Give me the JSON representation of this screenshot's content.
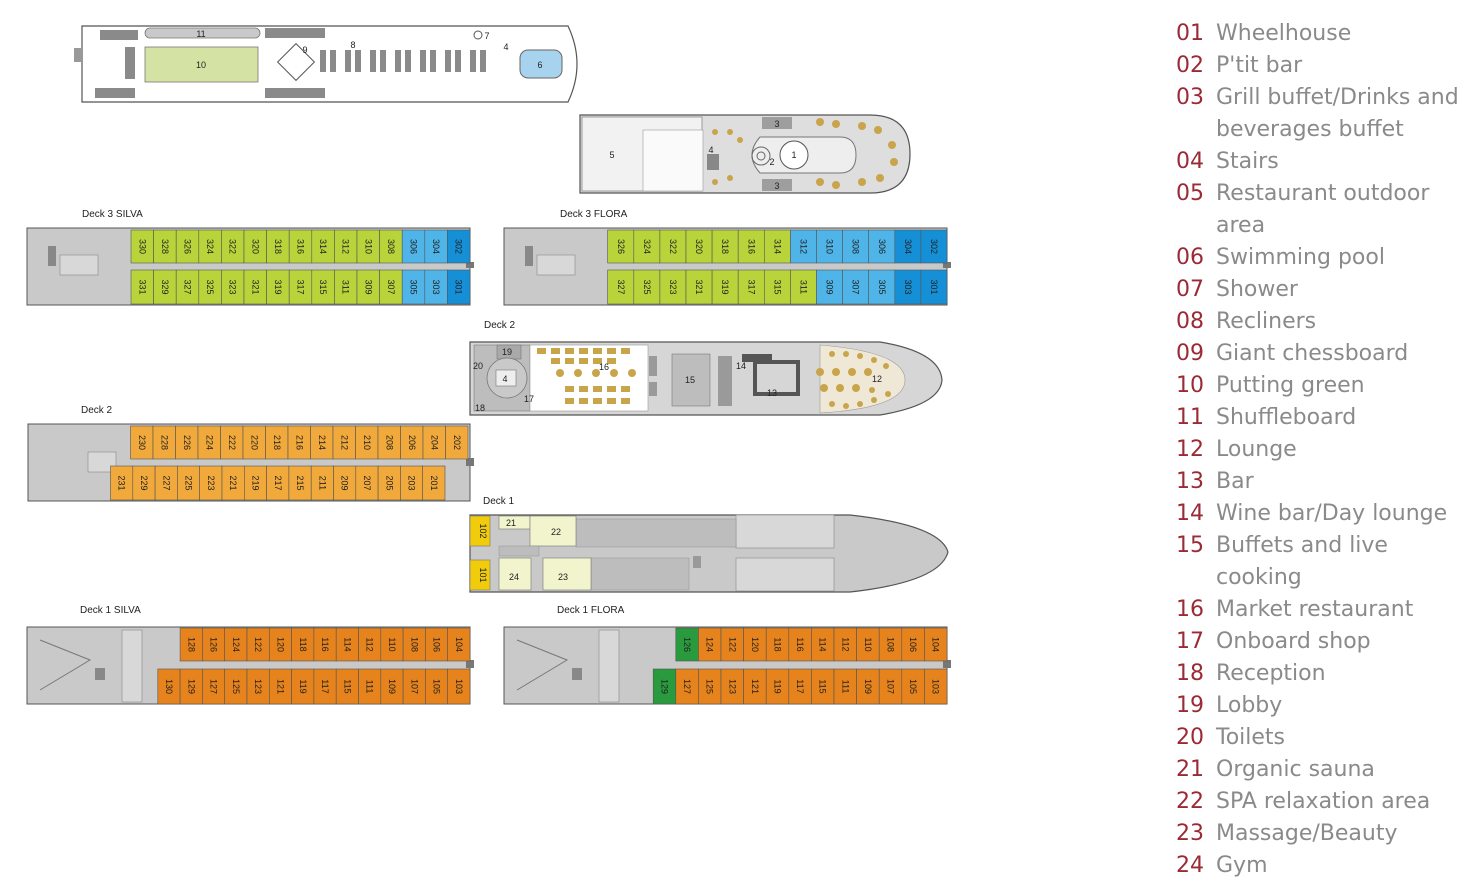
{
  "colors": {
    "hull": "#c9c9c9",
    "hull_dark": "#a9a9a9",
    "green_cabin": "#b9d43b",
    "blue_cabin": "#4fb4e8",
    "blue_cabin_dark": "#1590d6",
    "orange_deck2": "#f0a93a",
    "orange_deck1": "#e6831c",
    "dark_green_cabin": "#2a9a3e",
    "yellow_cabin": "#f1cc0c",
    "spa_area": "#f1f4cc",
    "putting_green": "#d4e3a3",
    "pool": "#a8d3ee",
    "legend_number": "#9b2a35",
    "legend_text": "#8a8a8a"
  },
  "deck_labels": {
    "deck3_silva": "Deck 3 SILVA",
    "deck3_flora": "Deck 3 FLORA",
    "deck2_public": "Deck 2",
    "deck2_cabins": "Deck 2",
    "deck1_public": "Deck 1",
    "deck1_silva": "Deck 1 SILVA",
    "deck1_flora": "Deck 1 FLORA"
  },
  "sun_deck_markers": [
    "11",
    "10",
    "9",
    "8",
    "7",
    "4",
    "6"
  ],
  "bow_deck_markers": [
    "5",
    "4",
    "3",
    "3",
    "2",
    "1"
  ],
  "deck2_public_markers": [
    "19",
    "20",
    "4",
    "16",
    "15",
    "14",
    "13",
    "12",
    "18",
    "17"
  ],
  "deck1_public_markers": [
    "102",
    "101",
    "21",
    "22",
    "24",
    "23"
  ],
  "cabins": {
    "deck3_silva": {
      "top": [
        {
          "n": "330",
          "c": "green"
        },
        {
          "n": "328",
          "c": "green"
        },
        {
          "n": "326",
          "c": "green"
        },
        {
          "n": "324",
          "c": "green"
        },
        {
          "n": "322",
          "c": "green"
        },
        {
          "n": "320",
          "c": "green"
        },
        {
          "n": "318",
          "c": "green"
        },
        {
          "n": "316",
          "c": "green"
        },
        {
          "n": "314",
          "c": "green"
        },
        {
          "n": "312",
          "c": "green"
        },
        {
          "n": "310",
          "c": "green"
        },
        {
          "n": "308",
          "c": "green"
        },
        {
          "n": "306",
          "c": "blue"
        },
        {
          "n": "304",
          "c": "blue"
        },
        {
          "n": "302",
          "c": "blue2"
        }
      ],
      "bottom": [
        {
          "n": "331",
          "c": "green"
        },
        {
          "n": "329",
          "c": "green"
        },
        {
          "n": "327",
          "c": "green"
        },
        {
          "n": "325",
          "c": "green"
        },
        {
          "n": "323",
          "c": "green"
        },
        {
          "n": "321",
          "c": "green"
        },
        {
          "n": "319",
          "c": "green"
        },
        {
          "n": "317",
          "c": "green"
        },
        {
          "n": "315",
          "c": "green"
        },
        {
          "n": "311",
          "c": "green"
        },
        {
          "n": "309",
          "c": "green"
        },
        {
          "n": "307",
          "c": "green"
        },
        {
          "n": "305",
          "c": "blue"
        },
        {
          "n": "303",
          "c": "blue"
        },
        {
          "n": "301",
          "c": "blue2"
        }
      ]
    },
    "deck3_flora": {
      "top": [
        {
          "n": "326",
          "c": "green"
        },
        {
          "n": "324",
          "c": "green"
        },
        {
          "n": "322",
          "c": "green"
        },
        {
          "n": "320",
          "c": "green"
        },
        {
          "n": "318",
          "c": "green"
        },
        {
          "n": "316",
          "c": "green"
        },
        {
          "n": "314",
          "c": "green"
        },
        {
          "n": "312",
          "c": "blue"
        },
        {
          "n": "310",
          "c": "blue"
        },
        {
          "n": "308",
          "c": "blue"
        },
        {
          "n": "306",
          "c": "blue"
        },
        {
          "n": "304",
          "c": "blue2"
        },
        {
          "n": "302",
          "c": "blue2"
        }
      ],
      "bottom": [
        {
          "n": "327",
          "c": "green"
        },
        {
          "n": "325",
          "c": "green"
        },
        {
          "n": "323",
          "c": "green"
        },
        {
          "n": "321",
          "c": "green"
        },
        {
          "n": "319",
          "c": "green"
        },
        {
          "n": "317",
          "c": "green"
        },
        {
          "n": "315",
          "c": "green"
        },
        {
          "n": "311",
          "c": "green"
        },
        {
          "n": "309",
          "c": "blue"
        },
        {
          "n": "307",
          "c": "blue"
        },
        {
          "n": "305",
          "c": "blue"
        },
        {
          "n": "303",
          "c": "blue2"
        },
        {
          "n": "301",
          "c": "blue2"
        }
      ]
    },
    "deck2": {
      "top": [
        {
          "n": "230",
          "c": "orange"
        },
        {
          "n": "228",
          "c": "orange"
        },
        {
          "n": "226",
          "c": "orange"
        },
        {
          "n": "224",
          "c": "orange"
        },
        {
          "n": "222",
          "c": "orange"
        },
        {
          "n": "220",
          "c": "orange"
        },
        {
          "n": "218",
          "c": "orange"
        },
        {
          "n": "216",
          "c": "orange"
        },
        {
          "n": "214",
          "c": "orange"
        },
        {
          "n": "212",
          "c": "orange"
        },
        {
          "n": "210",
          "c": "orange"
        },
        {
          "n": "208",
          "c": "orange"
        },
        {
          "n": "206",
          "c": "orange"
        },
        {
          "n": "204",
          "c": "orange"
        },
        {
          "n": "202",
          "c": "orange"
        }
      ],
      "bottom": [
        {
          "n": "231",
          "c": "orange"
        },
        {
          "n": "229",
          "c": "orange"
        },
        {
          "n": "227",
          "c": "orange"
        },
        {
          "n": "225",
          "c": "orange"
        },
        {
          "n": "223",
          "c": "orange"
        },
        {
          "n": "221",
          "c": "orange"
        },
        {
          "n": "219",
          "c": "orange"
        },
        {
          "n": "217",
          "c": "orange"
        },
        {
          "n": "215",
          "c": "orange"
        },
        {
          "n": "211",
          "c": "orange"
        },
        {
          "n": "209",
          "c": "orange"
        },
        {
          "n": "207",
          "c": "orange"
        },
        {
          "n": "205",
          "c": "orange"
        },
        {
          "n": "203",
          "c": "orange"
        },
        {
          "n": "201",
          "c": "orange"
        }
      ]
    },
    "deck1_silva": {
      "top": [
        {
          "n": "128",
          "c": "orange2"
        },
        {
          "n": "126",
          "c": "orange2"
        },
        {
          "n": "124",
          "c": "orange2"
        },
        {
          "n": "122",
          "c": "orange2"
        },
        {
          "n": "120",
          "c": "orange2"
        },
        {
          "n": "118",
          "c": "orange2"
        },
        {
          "n": "116",
          "c": "orange2"
        },
        {
          "n": "114",
          "c": "orange2"
        },
        {
          "n": "112",
          "c": "orange2"
        },
        {
          "n": "110",
          "c": "orange2"
        },
        {
          "n": "108",
          "c": "orange2"
        },
        {
          "n": "106",
          "c": "orange2"
        },
        {
          "n": "104",
          "c": "orange2"
        }
      ],
      "bottom": [
        {
          "n": "130",
          "c": "orange2"
        },
        {
          "n": "129",
          "c": "orange2"
        },
        {
          "n": "127",
          "c": "orange2"
        },
        {
          "n": "125",
          "c": "orange2"
        },
        {
          "n": "123",
          "c": "orange2"
        },
        {
          "n": "121",
          "c": "orange2"
        },
        {
          "n": "119",
          "c": "orange2"
        },
        {
          "n": "117",
          "c": "orange2"
        },
        {
          "n": "115",
          "c": "orange2"
        },
        {
          "n": "111",
          "c": "orange2"
        },
        {
          "n": "109",
          "c": "orange2"
        },
        {
          "n": "107",
          "c": "orange2"
        },
        {
          "n": "105",
          "c": "orange2"
        },
        {
          "n": "103",
          "c": "orange2"
        }
      ]
    },
    "deck1_flora": {
      "top": [
        {
          "n": "126",
          "c": "dgreen"
        },
        {
          "n": "124",
          "c": "orange2"
        },
        {
          "n": "122",
          "c": "orange2"
        },
        {
          "n": "120",
          "c": "orange2"
        },
        {
          "n": "118",
          "c": "orange2"
        },
        {
          "n": "116",
          "c": "orange2"
        },
        {
          "n": "114",
          "c": "orange2"
        },
        {
          "n": "112",
          "c": "orange2"
        },
        {
          "n": "110",
          "c": "orange2"
        },
        {
          "n": "108",
          "c": "orange2"
        },
        {
          "n": "106",
          "c": "orange2"
        },
        {
          "n": "104",
          "c": "orange2"
        }
      ],
      "bottom": [
        {
          "n": "129",
          "c": "dgreen"
        },
        {
          "n": "127",
          "c": "orange2"
        },
        {
          "n": "125",
          "c": "orange2"
        },
        {
          "n": "123",
          "c": "orange2"
        },
        {
          "n": "121",
          "c": "orange2"
        },
        {
          "n": "119",
          "c": "orange2"
        },
        {
          "n": "117",
          "c": "orange2"
        },
        {
          "n": "115",
          "c": "orange2"
        },
        {
          "n": "111",
          "c": "orange2"
        },
        {
          "n": "109",
          "c": "orange2"
        },
        {
          "n": "107",
          "c": "orange2"
        },
        {
          "n": "105",
          "c": "orange2"
        },
        {
          "n": "103",
          "c": "orange2"
        }
      ]
    }
  },
  "legend": [
    {
      "num": "01",
      "label": "Wheelhouse"
    },
    {
      "num": "02",
      "label": "P'tit bar"
    },
    {
      "num": "03",
      "label": "Grill buffet/Drinks and\nbeverages buffet"
    },
    {
      "num": "04",
      "label": "Stairs"
    },
    {
      "num": "05",
      "label": "Restaurant outdoor area"
    },
    {
      "num": "06",
      "label": "Swimming pool"
    },
    {
      "num": "07",
      "label": "Shower"
    },
    {
      "num": "08",
      "label": "Recliners"
    },
    {
      "num": "09",
      "label": "Giant chessboard"
    },
    {
      "num": "10",
      "label": "Putting green"
    },
    {
      "num": "11",
      "label": "Shuffleboard"
    },
    {
      "num": "12",
      "label": "Lounge"
    },
    {
      "num": "13",
      "label": "Bar"
    },
    {
      "num": "14",
      "label": "Wine bar/Day lounge"
    },
    {
      "num": "15",
      "label": "Buffets and live cooking"
    },
    {
      "num": "16",
      "label": "Market restaurant"
    },
    {
      "num": "17",
      "label": "Onboard shop"
    },
    {
      "num": "18",
      "label": "Reception"
    },
    {
      "num": "19",
      "label": "Lobby"
    },
    {
      "num": "20",
      "label": "Toilets"
    },
    {
      "num": "21",
      "label": "Organic sauna"
    },
    {
      "num": "22",
      "label": "SPA relaxation area"
    },
    {
      "num": "23",
      "label": "Massage/Beauty"
    },
    {
      "num": "24",
      "label": "Gym"
    }
  ]
}
